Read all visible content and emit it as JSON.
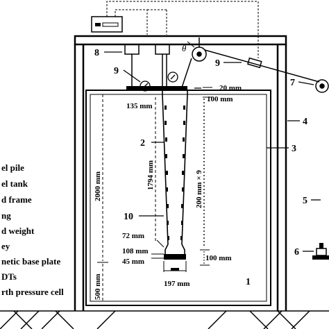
{
  "legend": [
    "el pile",
    "el tank",
    "d frame",
    "ng",
    "d weight",
    "ey",
    "netic base plate",
    "DTs",
    "rth pressure cell"
  ],
  "callouts": [
    "1",
    "2",
    "3",
    "4",
    "5",
    "6",
    "7",
    "8",
    "9",
    "9",
    "10"
  ],
  "dims": {
    "tank_height": "2000 mm",
    "pile_length": "1794 mm",
    "bottom_soil": "500 mm",
    "top_offset_20": "20 mm",
    "top_offset_100": "100 mm",
    "pile_top_dia": "135 mm",
    "spacing": "200 mm × 9",
    "tip_72": "72 mm",
    "tip_108": "108 mm",
    "tip_45": "45 mm",
    "bottom_100": "100 mm",
    "base_dia": "197 mm"
  },
  "theta": "θ"
}
